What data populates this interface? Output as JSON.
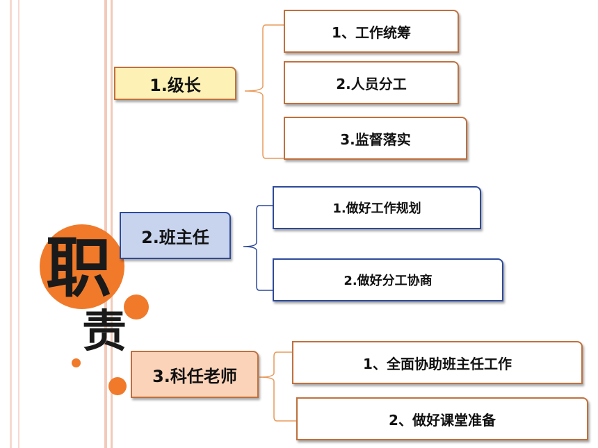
{
  "title_chars": [
    "职",
    "责"
  ],
  "colors": {
    "accent_circle": "#f07a2a",
    "level1_fill": "#fdf1b6",
    "level2_fill": "#c8d4ee",
    "level3_fill": "#fbd3b9",
    "orange_border": "#c0703d",
    "blue_border": "#2d4a9a"
  },
  "groups": [
    {
      "label": "1.级长",
      "items": [
        "1、工作统筹",
        "2.人员分工",
        "3.监督落实"
      ]
    },
    {
      "label": "2.班主任",
      "items": [
        "1.做好工作规划",
        "2.做好分工协商"
      ]
    },
    {
      "label": "3.科任老师",
      "items": [
        "1、全面协助班主任工作",
        "2、做好课堂准备"
      ]
    }
  ]
}
